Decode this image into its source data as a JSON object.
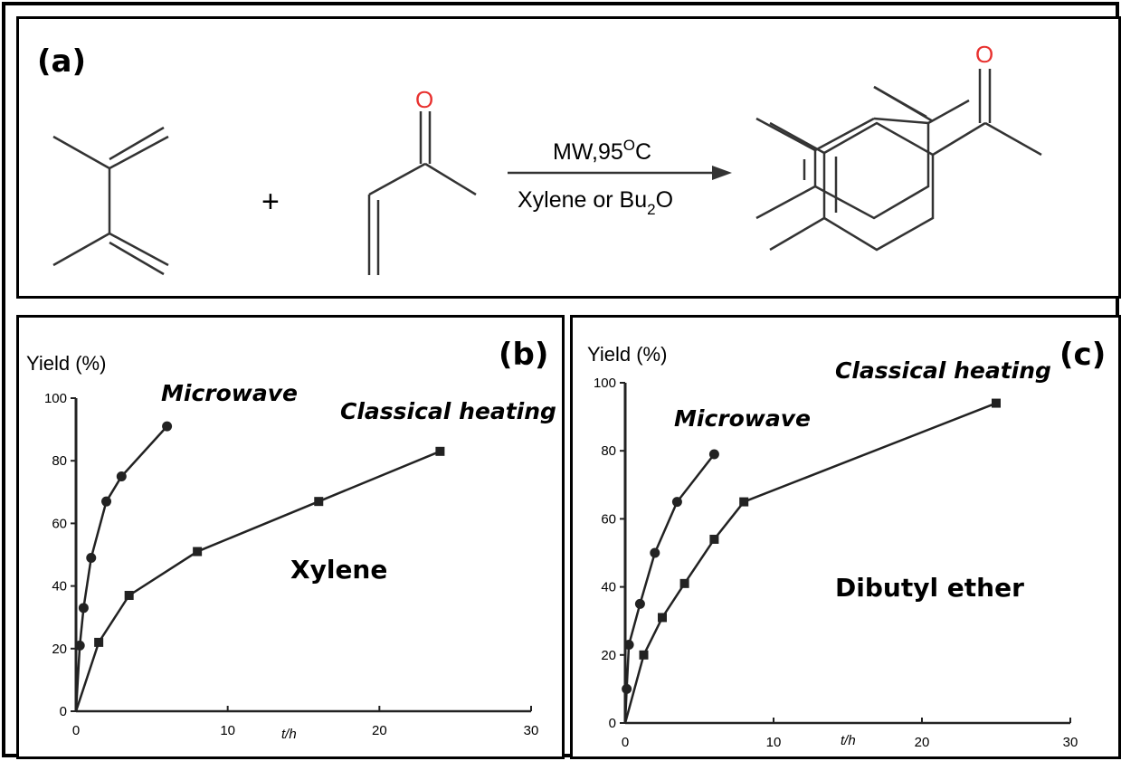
{
  "reaction": {
    "panel_label": "(a)",
    "plus": "+",
    "oxygen": "O",
    "oxygen_product": "O",
    "condition_top": "MW,95",
    "condition_top_sup": "O",
    "condition_top_end": "C",
    "condition_bottom_pre": "Xylene or Bu",
    "condition_bottom_sub": "2",
    "condition_bottom_end": "O",
    "oxygen_color": "#e8312f"
  },
  "chart_data": [
    {
      "type": "line",
      "panel_label": "(b)",
      "ylabel": "Yield (%)",
      "xlabel": "t/h",
      "solvent_label": "Xylene",
      "xlim": [
        0,
        30
      ],
      "ylim": [
        0,
        100
      ],
      "x_ticks": [
        0,
        10,
        20,
        30
      ],
      "y_ticks": [
        0,
        20,
        40,
        60,
        80,
        100
      ],
      "series": [
        {
          "name": "Microwave",
          "marker": "circle",
          "x": [
            0,
            0.25,
            0.5,
            1,
            2,
            3,
            6
          ],
          "y": [
            0,
            21,
            33,
            49,
            67,
            75,
            91
          ]
        },
        {
          "name": "Classical heating",
          "marker": "square",
          "x": [
            0,
            1.5,
            3.5,
            8,
            16,
            24
          ],
          "y": [
            0,
            22,
            37,
            51,
            67,
            83
          ]
        }
      ]
    },
    {
      "type": "line",
      "panel_label": "(c)",
      "ylabel": "Yield (%)",
      "xlabel": "t/h",
      "solvent_label": "Dibutyl ether",
      "xlim": [
        0,
        30
      ],
      "ylim": [
        0,
        100
      ],
      "x_ticks": [
        0,
        10,
        20,
        30
      ],
      "y_ticks": [
        0,
        20,
        40,
        60,
        80,
        100
      ],
      "series": [
        {
          "name": "Microwave",
          "marker": "circle",
          "x": [
            0,
            0.1,
            0.25,
            1,
            2,
            3.5,
            6
          ],
          "y": [
            0,
            10,
            23,
            35,
            50,
            65,
            79
          ]
        },
        {
          "name": "Classical heating",
          "marker": "square",
          "x": [
            0,
            1.25,
            2.5,
            4,
            6,
            8,
            25
          ],
          "y": [
            0,
            20,
            31,
            41,
            54,
            65,
            94
          ]
        }
      ]
    }
  ]
}
